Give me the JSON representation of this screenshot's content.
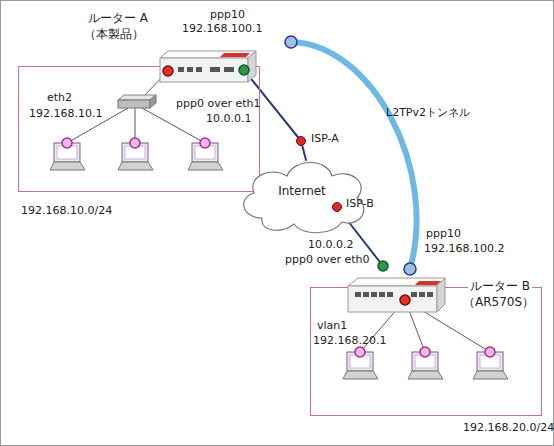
{
  "diagram": {
    "nodes": [
      {
        "text": [
          "eth2",
          "192.168.10.1",
          "192.168.10.0/24"
        ]
      },
      {
        "text": [
          "ルーター A",
          "（本製品）"
        ]
      },
      {
        "text": [
          "ISP-A"
        ]
      },
      {
        "text": [
          "Internet"
        ]
      },
      {
        "text": [
          "ISP-B"
        ]
      },
      {
        "text": [
          "vlan1",
          "192.168.20.1",
          "192.168.20.0/24"
        ]
      },
      {
        "text": [
          "ルーター B",
          "（AR570S）"
        ]
      }
    ],
    "edges": [
      {
        "from": 1,
        "to": 2,
        "arrow": "none"
      },
      {
        "from": 2,
        "to": 3,
        "arrow": "none"
      },
      {
        "from": 3,
        "to": 4,
        "arrow": "none"
      },
      {
        "from": 4,
        "to": 6,
        "arrow": "none"
      },
      {
        "from": 1,
        "to": 6,
        "arrow": "none",
        "label": "L2TPv2トンネル"
      }
    ],
    "labels": [
      "ppp10",
      "192.168.100.1",
      "ppp0 over eth1",
      "10.0.0.1",
      "10.0.0.2",
      "ppp0 over eth0",
      "ppp10",
      "192.168.100.2"
    ]
  }
}
